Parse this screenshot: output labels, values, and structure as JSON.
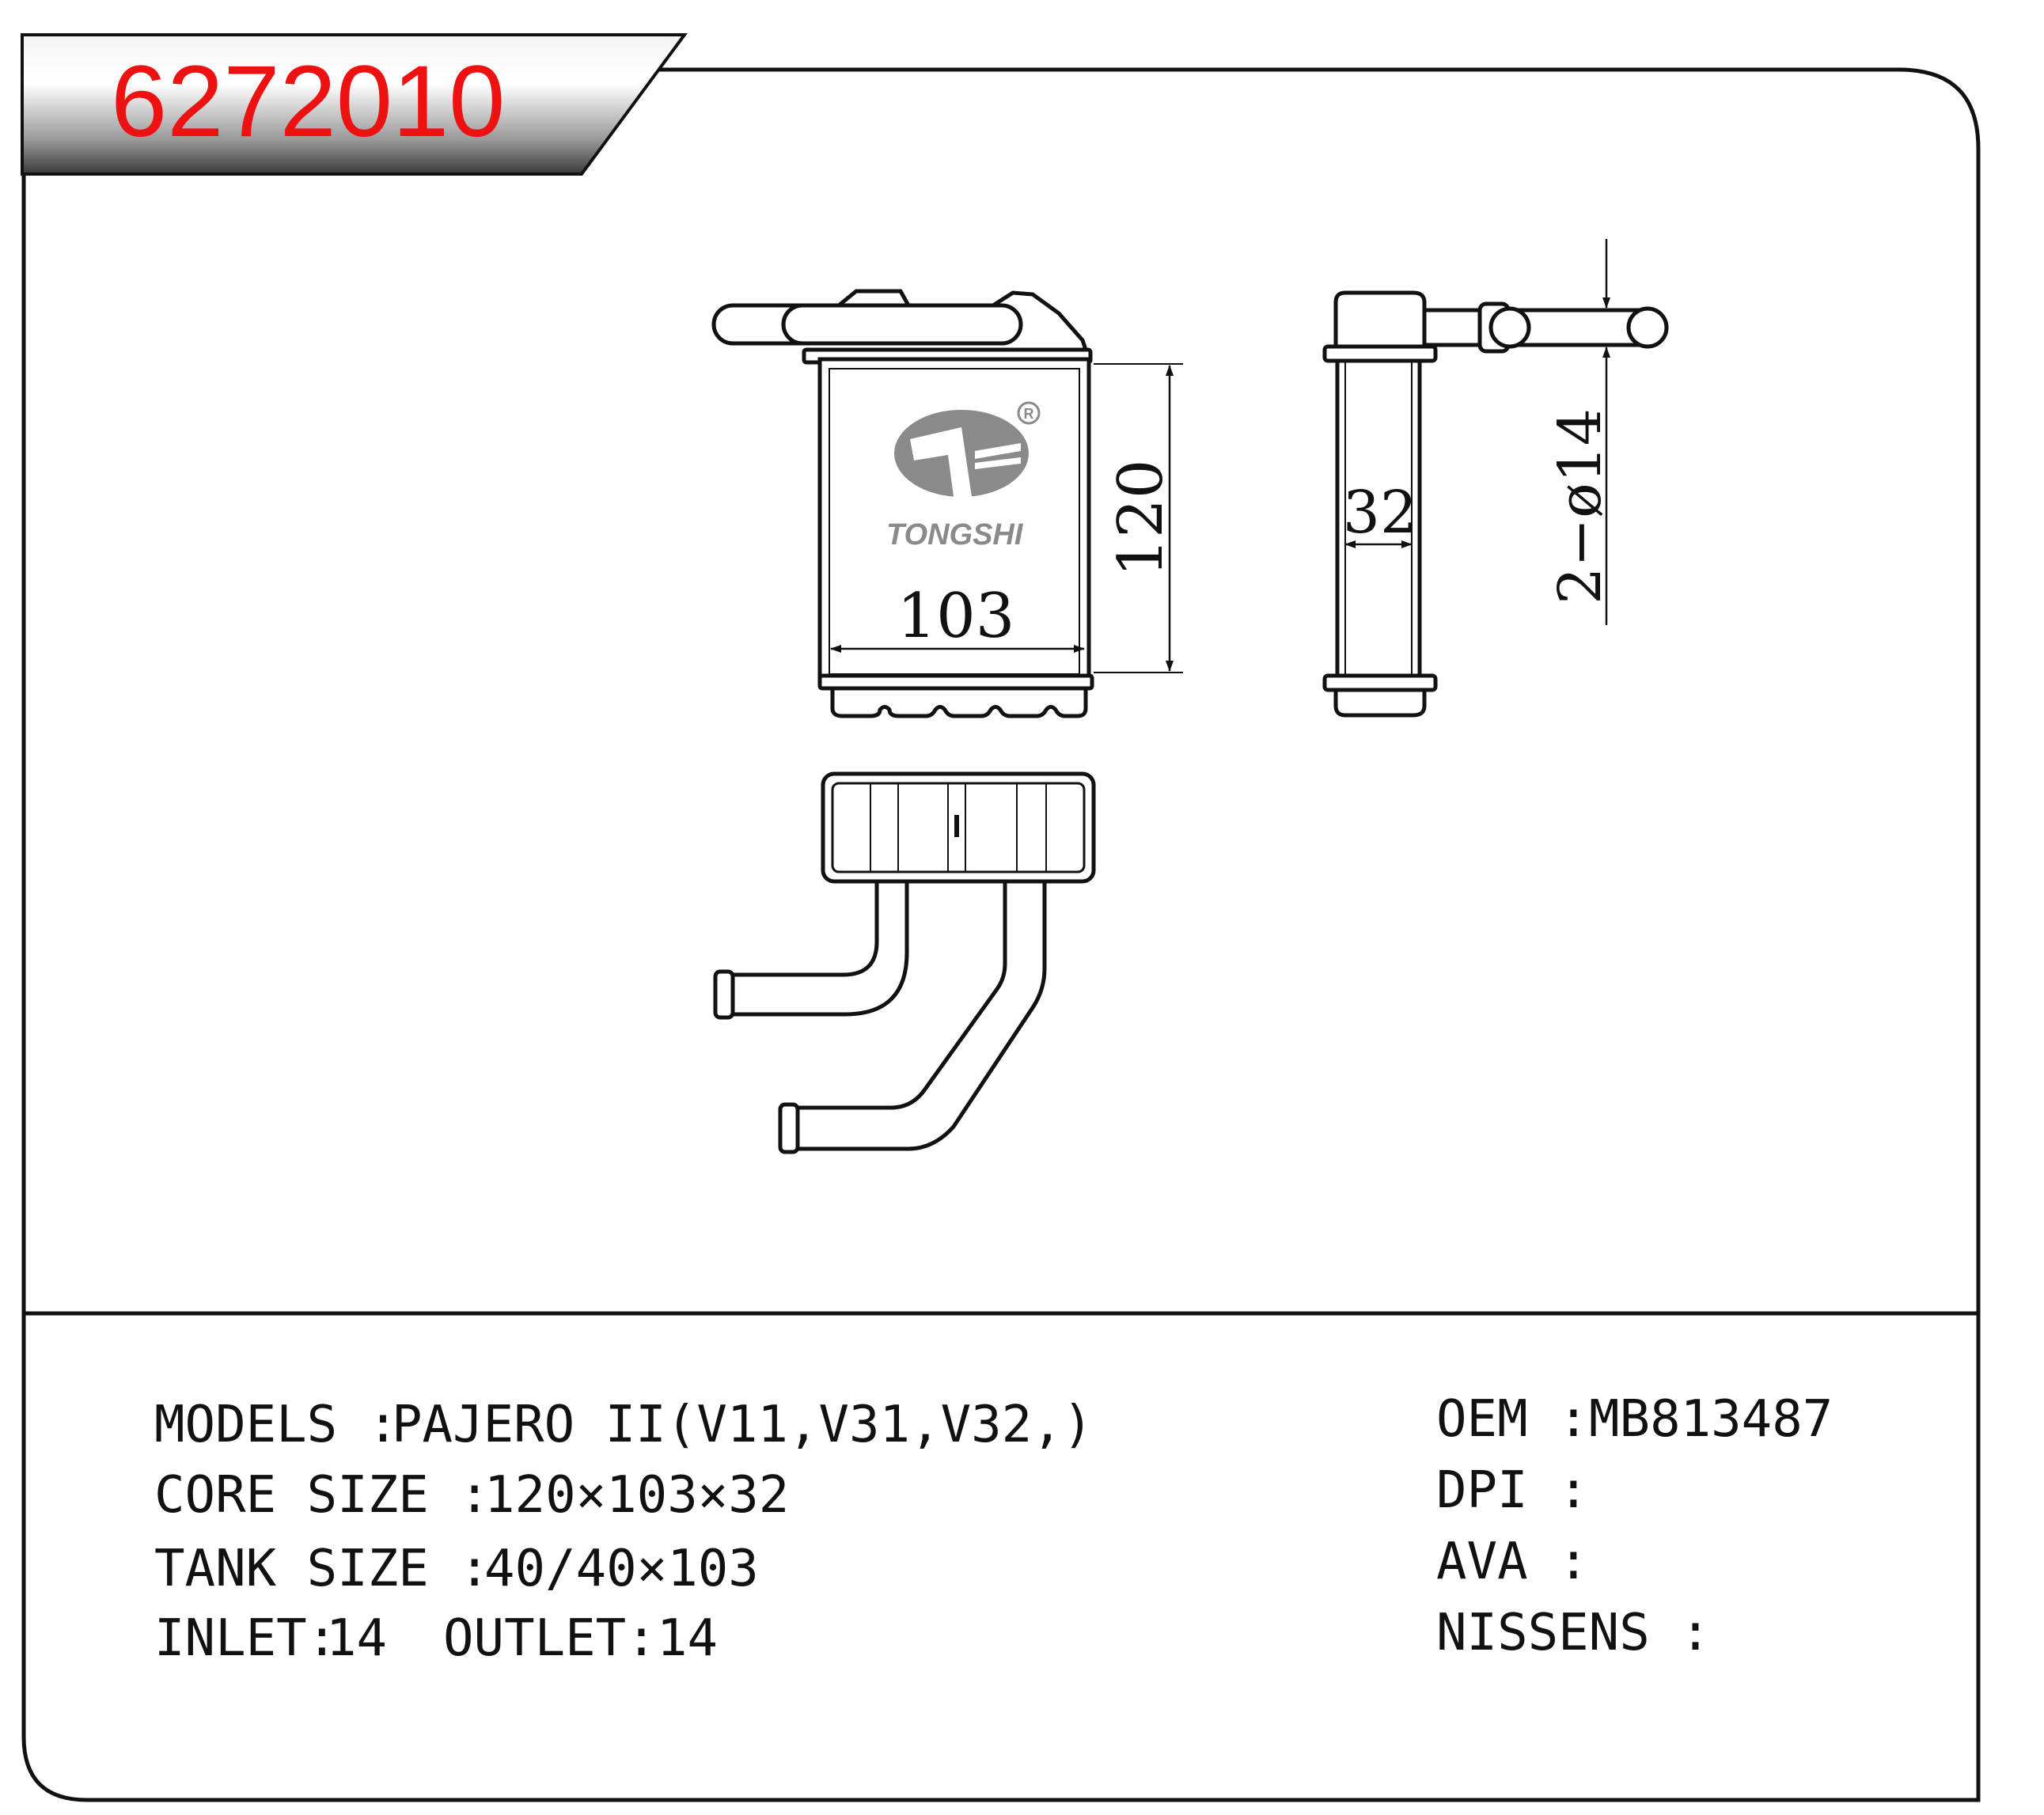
{
  "part_number": "6272010",
  "brand": {
    "logo_text": "TONGSHI",
    "registered_mark": "R"
  },
  "dimensions": {
    "width": "103",
    "height": "120",
    "depth": "32",
    "pipe": "2−ø14"
  },
  "specs_left": [
    {
      "label": "MODELS :",
      "value": "PAJERO II(V11,V31,V32,)"
    },
    {
      "label": "CORE SIZE :",
      "value": "120×103×32"
    },
    {
      "label": "TANK SIZE :",
      "value": "40/40×103"
    },
    {
      "label": "INLET:",
      "value": "14"
    }
  ],
  "outlet": {
    "label": "OUTLET:",
    "value": "14"
  },
  "specs_right": [
    {
      "label": "OEM :",
      "value": "MB813487"
    },
    {
      "label": "DPI :",
      "value": ""
    },
    {
      "label": "AVA :",
      "value": ""
    },
    {
      "label": "NISSENS :",
      "value": ""
    }
  ],
  "colors": {
    "part_number": "#ee1111",
    "line": "#111111",
    "logo_gray": "#8a8a8a"
  }
}
